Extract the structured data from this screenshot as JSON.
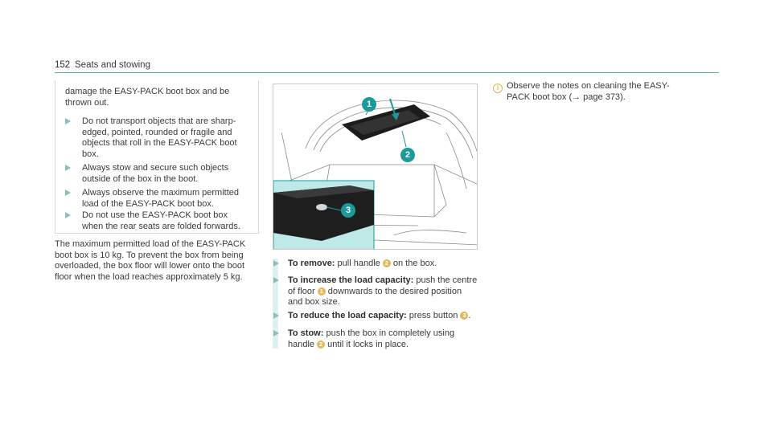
{
  "header": {
    "page_number": "152",
    "section": "Seats and stowing"
  },
  "left": {
    "warn_intro": "damage the EASY-PACK boot box and be thrown out.",
    "bullets": [
      "Do not transport objects that are sharp-edged, pointed, rounded or fragile and objects that roll in the EASY-PACK boot box.",
      "Always stow and secure such objects outside of the box in the boot.",
      "Always observe the maximum permitted load of the EASY-PACK boot box.",
      "Do not use the EASY-PACK boot box when the rear seats are folded forwards."
    ],
    "paragraph": "The maximum permitted load of the EASY-PACK boot box is 10 kg. To prevent the box from being overloaded, the box floor will lower onto the boot floor when the load reaches approximately 5 kg."
  },
  "figure": {
    "callouts": [
      "1",
      "2",
      "3"
    ]
  },
  "actions": [
    {
      "label": "To remove:",
      "text_a": "pull handle",
      "num": "2",
      "text_b": "on the box."
    },
    {
      "label": "To increase the load capacity:",
      "text_a": "push the centre of floor",
      "num": "1",
      "text_b": "downwards to the desired position and box size."
    },
    {
      "label": "To reduce the load capacity:",
      "text_a": "press button",
      "num": "3",
      "text_b": "."
    },
    {
      "label": "To stow:",
      "text_a": "push the box in completely using handle",
      "num": "2",
      "text_b": "until it locks in place."
    }
  ],
  "note": {
    "icon": "info-icon",
    "text": "Observe the notes on cleaning the EASY-PACK boot box (→ page 373)."
  },
  "colors": {
    "accent": "#5aa8a7",
    "callout": "#1a9a9a",
    "number_badge": "#e3b85a",
    "inset_bg": "#bfe9e7"
  }
}
